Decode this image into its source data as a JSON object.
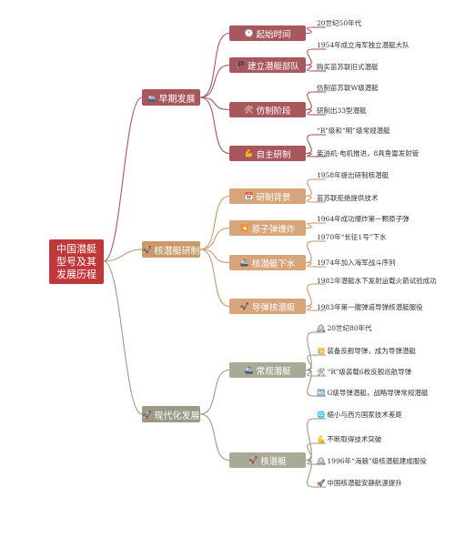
{
  "root": {
    "title": "中国潜艇型号及其发展历程"
  },
  "colors": {
    "root": "#c0383a",
    "early": "#a8575c",
    "nuclear": "#c99a6b",
    "modern": "#9a9b86",
    "early_l2": "#a8575c",
    "nuclear_l2": "#d8a479",
    "modern_l2": "#a9aa96"
  },
  "branches": [
    {
      "label": "早期发展",
      "icon": "🚢",
      "children": [
        {
          "label": "起始时间",
          "icon": "🕐",
          "leaves": [
            {
              "text": "20世纪50年代"
            }
          ]
        },
        {
          "label": "建立潜艇部队",
          "icon": "🏴",
          "leaves": [
            {
              "text": "1954年成立海军独立潜艇大队"
            },
            {
              "text": "购买苗苏联旧式潜艇"
            }
          ]
        },
        {
          "label": "仿制阶段",
          "icon": "🛠",
          "leaves": [
            {
              "text": "仿制苗苏联W级潜艇"
            },
            {
              "text": "研制出33型潜艇"
            }
          ]
        },
        {
          "label": "自主研制",
          "icon": "💪",
          "leaves": [
            {
              "text": "“R”级和“明”级常规潜艇"
            },
            {
              "text": "柴油机-电机推进，8具鱼雷发射管"
            }
          ]
        }
      ]
    },
    {
      "label": "核潜艇研制",
      "icon": "🚀",
      "children": [
        {
          "label": "研制背景",
          "icon": "📅",
          "leaves": [
            {
              "text": "1958年提出研制核潜艇"
            },
            {
              "text": "苗苏联拒绝提供技术"
            }
          ]
        },
        {
          "label": "原子弹爆炸",
          "icon": "💥",
          "leaves": [
            {
              "text": "1964年成功爆炸第一颗原子弹"
            }
          ]
        },
        {
          "label": "核潜艇下水",
          "icon": "🚢",
          "leaves": [
            {
              "text": "1970年“长征1号”下水"
            },
            {
              "text": "1974年加入海军战斗序列"
            }
          ]
        },
        {
          "label": "导弹核潜艇",
          "icon": "🚀",
          "leaves": [
            {
              "text": "1982年潜艇水下发射运载火箭试验成功"
            },
            {
              "text": "1983年第一艘弹道导弹核潜艇服役"
            }
          ]
        }
      ]
    },
    {
      "label": "现代化发展",
      "icon": "🚀",
      "children": [
        {
          "label": "常规潜艇",
          "icon": "🚢",
          "leaves": [
            {
              "text": "20世纪80年代",
              "icon": "🕰"
            },
            {
              "text": "装备反舰导弹，成为导弹潜艇",
              "icon": "💥"
            },
            {
              "text": "“R”级装载6枚反舰巡航导弹",
              "icon": "🛠"
            },
            {
              "text": "G级导弹潜艇，战略导弹常规潜艇",
              "icon": "🆖"
            }
          ]
        },
        {
          "label": "核潜艇",
          "icon": "🚀",
          "leaves": [
            {
              "text": "缩小与西方国家技术差距",
              "icon": "🌐"
            },
            {
              "text": "不断取得技术突破",
              "icon": "💪"
            },
            {
              "text": "1996年“海狼”级核潜艇建成服役",
              "icon": "🕰"
            },
            {
              "text": "中国核潜艇安静航速提升",
              "icon": "🚀"
            }
          ]
        }
      ]
    }
  ]
}
